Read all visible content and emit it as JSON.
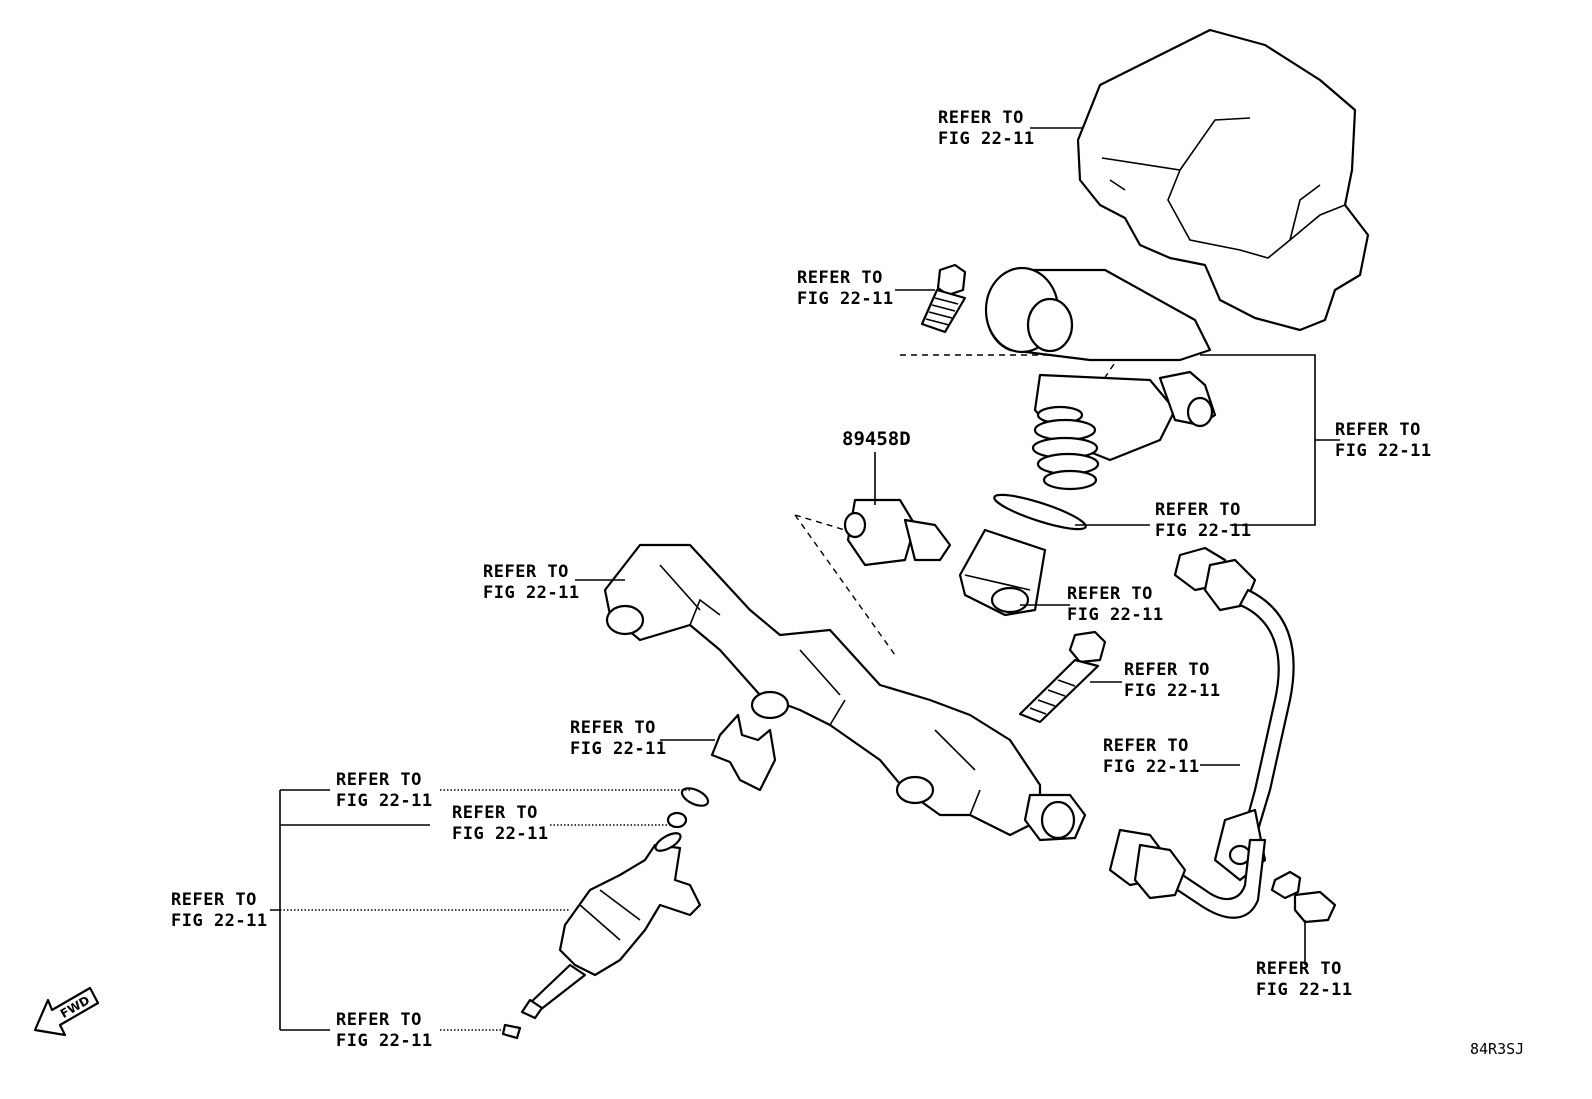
{
  "labels": {
    "fuel_pump_cover": [
      "REFER TO",
      "FIG 22-11"
    ],
    "pump_bolt": [
      "REFER TO",
      "FIG 22-11"
    ],
    "pump_assembly": [
      "REFER TO",
      "FIG 22-11"
    ],
    "pump_oring": [
      "REFER TO",
      "FIG 22-11"
    ],
    "fuel_rail": [
      "REFER TO",
      "FIG 22-11"
    ],
    "lifter": [
      "REFER TO",
      "FIG 22-11"
    ],
    "rail_bolt": [
      "REFER TO",
      "FIG 22-11"
    ],
    "clip": [
      "REFER TO",
      "FIG 22-11"
    ],
    "pipe": [
      "REFER TO",
      "FIG 22-11"
    ],
    "injector_oring": [
      "REFER TO",
      "FIG 22-11"
    ],
    "injector_washer": [
      "REFER TO",
      "FIG 22-11"
    ],
    "injector_group": [
      "REFER TO",
      "FIG 22-11"
    ],
    "injector_tip": [
      "REFER TO",
      "FIG 22-11"
    ],
    "pipe_bolt": [
      "REFER TO",
      "FIG 22-11"
    ]
  },
  "part_number": "89458D",
  "fwd_label": "FWD",
  "diagram_code": "84R3SJ"
}
